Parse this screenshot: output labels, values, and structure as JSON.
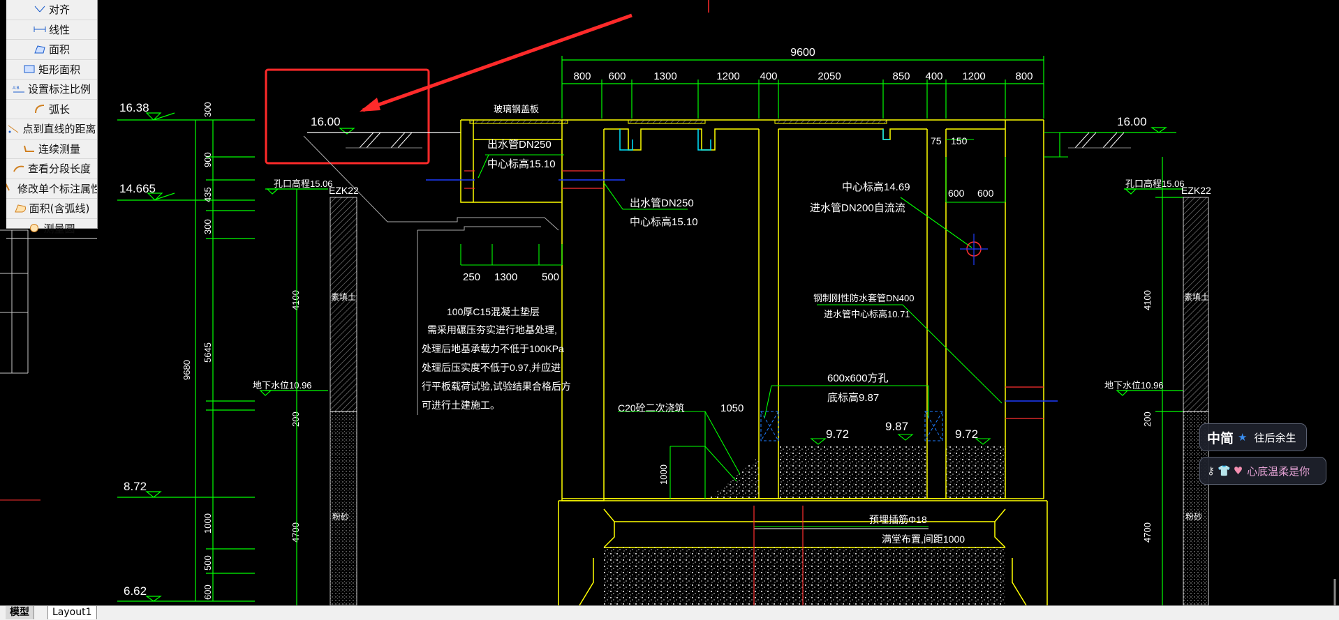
{
  "toolbar": {
    "items": [
      {
        "label": "对齐",
        "icon": "align-icon"
      },
      {
        "label": "线性",
        "icon": "linear-dim-icon"
      },
      {
        "label": "面积",
        "icon": "area-icon"
      },
      {
        "label": "矩形面积",
        "icon": "rect-area-icon"
      },
      {
        "label": "设置标注比例",
        "icon": "dim-scale-icon"
      },
      {
        "label": "弧长",
        "icon": "arc-length-icon"
      },
      {
        "label": "点到直线的距离",
        "icon": "point-line-distance-icon"
      },
      {
        "label": "连续测量",
        "icon": "continuous-measure-icon"
      },
      {
        "label": "查看分段长度",
        "icon": "segment-length-icon"
      },
      {
        "label": "修改单个标注属性",
        "icon": "edit-dim-icon"
      },
      {
        "label": "面积(含弧线)",
        "icon": "area-arc-icon"
      },
      {
        "label": "测量圆",
        "icon": "measure-circle-icon"
      }
    ]
  },
  "tabs": {
    "model": "模型",
    "layout1": "Layout1"
  },
  "drawing": {
    "top_total": "9600",
    "top_dims": [
      "800",
      "600",
      "1300",
      "1200",
      "400",
      "2050",
      "850",
      "400",
      "1200",
      "800"
    ],
    "elev_left": [
      "16.38",
      "14.665",
      "8.72",
      "6.62"
    ],
    "elev_right": "16.00",
    "elev_boxed": "16.00",
    "vert_dims_left": [
      "300",
      "900",
      "435",
      "300",
      "4100",
      "5645",
      "200",
      "1000",
      "500",
      "600",
      "4700"
    ],
    "vert_total": "9680",
    "vert_dims_right": [
      "4100",
      "200",
      "4700"
    ],
    "borehole_left": "孔口高程15.06",
    "borehole_right": "孔口高程15.06",
    "ezk": "EZK22",
    "soil_fill": "素填土",
    "soil_sand": "粉砂",
    "gw_left": "地下水位10.96",
    "gw_right": "地下水位10.96",
    "cover": "玻璃钢盖板",
    "out_pipe1": "出水管DN250",
    "out_pipe1_elev": "中心标高15.10",
    "out_pipe2": "出水管DN250",
    "out_pipe2_elev": "中心标高15.10",
    "in_pipe_elev": "中心标高14.69",
    "in_pipe": "进水管DN200自流流",
    "dims_small": [
      "250",
      "1300",
      "500"
    ],
    "dims_right": [
      "75",
      "150",
      "600",
      "600"
    ],
    "note_lines": [
      "100厚C15混凝土垫层",
      "需采用碾压夯实进行地基处理,",
      "处理后地基承载力不低于100KPa",
      "处理后压实度不低于0.97,并应进",
      "行平板载荷试验,试验结果合格后方",
      "可进行土建施工。"
    ],
    "casing1": "钢制刚性防水套管DN400",
    "casing2": "进水管中心标高10.71",
    "hole": "600x600方孔",
    "hole_elev": "底标高9.87",
    "c20": "C20砼二次浇筑",
    "dim_1050": "1050",
    "dim_1000": "1000",
    "lv_972a": "9.72",
    "lv_987": "9.87",
    "lv_972b": "9.72",
    "rebar1": "预埋插筋Φ18",
    "rebar2": "满堂布置,间距1000"
  },
  "badges": {
    "b1_head": "中简",
    "b1_text": "往后余生",
    "b2_text": "心底温柔是你"
  },
  "colors": {
    "line": "#00ff00",
    "wall": "#ffff00",
    "text": "#ffffff",
    "arrow": "#ff2020",
    "cyan": "#00e5ff",
    "blue": "#1e3cff"
  }
}
